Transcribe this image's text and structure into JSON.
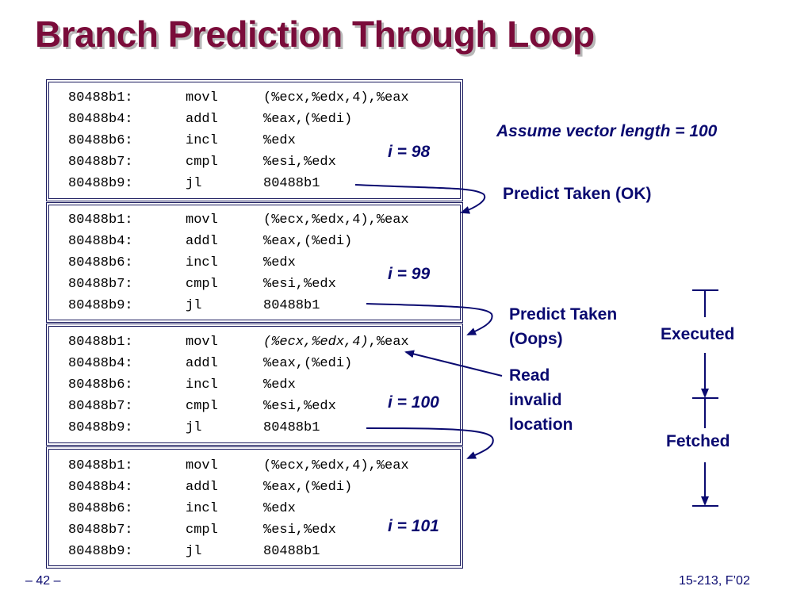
{
  "title": "Branch Prediction Through Loop",
  "blocks": [
    {
      "lines": [
        {
          "addr": "80488b1:",
          "op": "movl",
          "arg": "(%ecx,%edx,4),%eax"
        },
        {
          "addr": "80488b4:",
          "op": "addl",
          "arg": "%eax,(%edi)"
        },
        {
          "addr": "80488b6:",
          "op": "incl",
          "arg": "%edx"
        },
        {
          "addr": "80488b7:",
          "op": "cmpl",
          "arg": "%esi,%edx"
        },
        {
          "addr": "80488b9:",
          "op": "jl",
          "arg": "80488b1"
        }
      ],
      "label": "i = 98"
    },
    {
      "lines": [
        {
          "addr": "80488b1:",
          "op": "movl",
          "arg": "(%ecx,%edx,4),%eax"
        },
        {
          "addr": "80488b4:",
          "op": "addl",
          "arg": "%eax,(%edi)"
        },
        {
          "addr": "80488b6:",
          "op": "incl",
          "arg": "%edx"
        },
        {
          "addr": "80488b7:",
          "op": "cmpl",
          "arg": "%esi,%edx"
        },
        {
          "addr": "80488b9:",
          "op": "jl",
          "arg": "80488b1"
        }
      ],
      "label": "i = 99"
    },
    {
      "lines": [
        {
          "addr": "80488b1:",
          "op": "movl",
          "arg_italic": "(%ecx,%edx,4)",
          "arg_rest": ",%eax"
        },
        {
          "addr": "80488b4:",
          "op": "addl",
          "arg": "%eax,(%edi)"
        },
        {
          "addr": "80488b6:",
          "op": "incl",
          "arg": "%edx"
        },
        {
          "addr": "80488b7:",
          "op": "cmpl",
          "arg": "%esi,%edx"
        },
        {
          "addr": "80488b9:",
          "op": "jl",
          "arg": "80488b1"
        }
      ],
      "label": "i = 100"
    },
    {
      "lines": [
        {
          "addr": "80488b1:",
          "op": "movl",
          "arg": "(%ecx,%edx,4),%eax"
        },
        {
          "addr": "80488b4:",
          "op": "addl",
          "arg": "%eax,(%edi)"
        },
        {
          "addr": "80488b6:",
          "op": "incl",
          "arg": "%edx"
        },
        {
          "addr": "80488b7:",
          "op": "cmpl",
          "arg": "%esi,%edx"
        },
        {
          "addr": "80488b9:",
          "op": "jl",
          "arg": "80488b1"
        }
      ],
      "label": "i = 101"
    }
  ],
  "notes": {
    "assume": "Assume vector length = 100",
    "predict_ok": "Predict Taken (OK)",
    "predict_oops_1": "Predict Taken",
    "predict_oops_2": "(Oops)",
    "read_1": "Read",
    "read_2": "invalid",
    "read_3": "location"
  },
  "legend": {
    "executed": "Executed",
    "fetched": "Fetched"
  },
  "footer": {
    "page": "– 42 –",
    "course": "15-213, F’02"
  },
  "colors": {
    "title": "#7a0c3a",
    "accent": "#0a0a70",
    "border": "#1a1a5e"
  }
}
